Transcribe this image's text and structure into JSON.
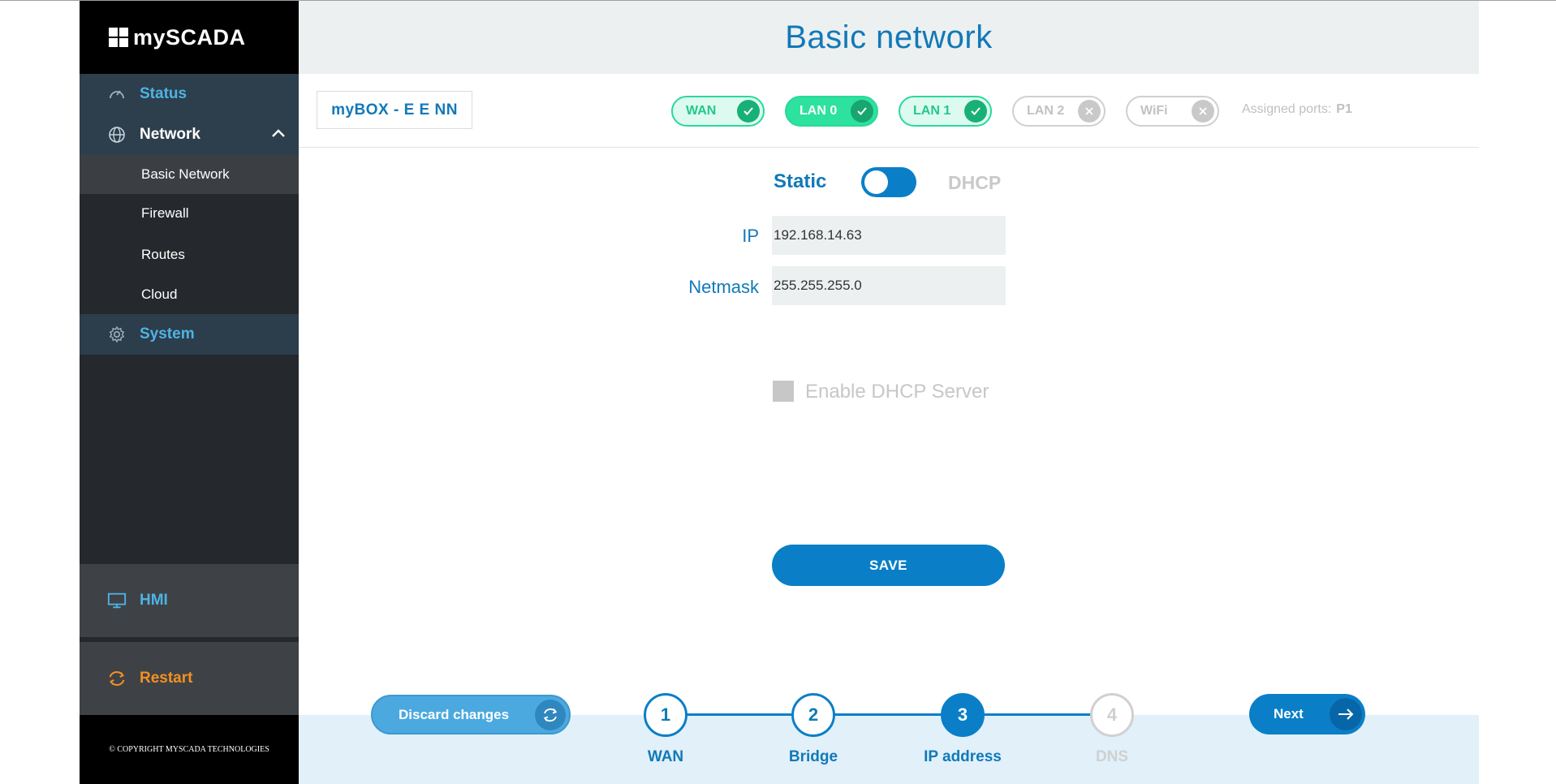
{
  "brand": {
    "name": "mySCADA"
  },
  "sidebar": {
    "status_label": "Status",
    "network_label": "Network",
    "sub_items": [
      "Basic Network",
      "Firewall",
      "Routes",
      "Cloud"
    ],
    "system_label": "System",
    "hmi_label": "HMI",
    "restart_label": "Restart",
    "copyright": "© COPYRIGHT MYSCADA TECHNOLOGIES"
  },
  "header": {
    "title": "Basic network"
  },
  "device": {
    "name": "myBOX - E E NN"
  },
  "ports": [
    {
      "label": "WAN",
      "state": "ok"
    },
    {
      "label": "LAN 0",
      "state": "selected"
    },
    {
      "label": "LAN 1",
      "state": "ok"
    },
    {
      "label": "LAN 2",
      "state": "off"
    },
    {
      "label": "WiFi",
      "state": "off"
    }
  ],
  "assigned": {
    "label": "Assigned ports:",
    "value": "P1"
  },
  "mode": {
    "static_label": "Static",
    "dhcp_label": "DHCP",
    "selected": "Static"
  },
  "form": {
    "ip_label": "IP",
    "ip_value": "192.168.14.63",
    "netmask_label": "Netmask",
    "netmask_value": "255.255.255.0",
    "dhcp_server_label": "Enable DHCP Server",
    "dhcp_server_checked": false,
    "save_label": "SAVE"
  },
  "wizard": {
    "discard_label": "Discard changes",
    "next_label": "Next",
    "steps": [
      {
        "number": "1",
        "label": "WAN",
        "state": "done"
      },
      {
        "number": "2",
        "label": "Bridge",
        "state": "done"
      },
      {
        "number": "3",
        "label": "IP address",
        "state": "active"
      },
      {
        "number": "4",
        "label": "DNS",
        "state": "todo"
      }
    ]
  },
  "colors": {
    "accent": "#0a7fc7",
    "ok": "#2bd89a",
    "restart": "#f39022",
    "sidebar": "#25292d"
  }
}
